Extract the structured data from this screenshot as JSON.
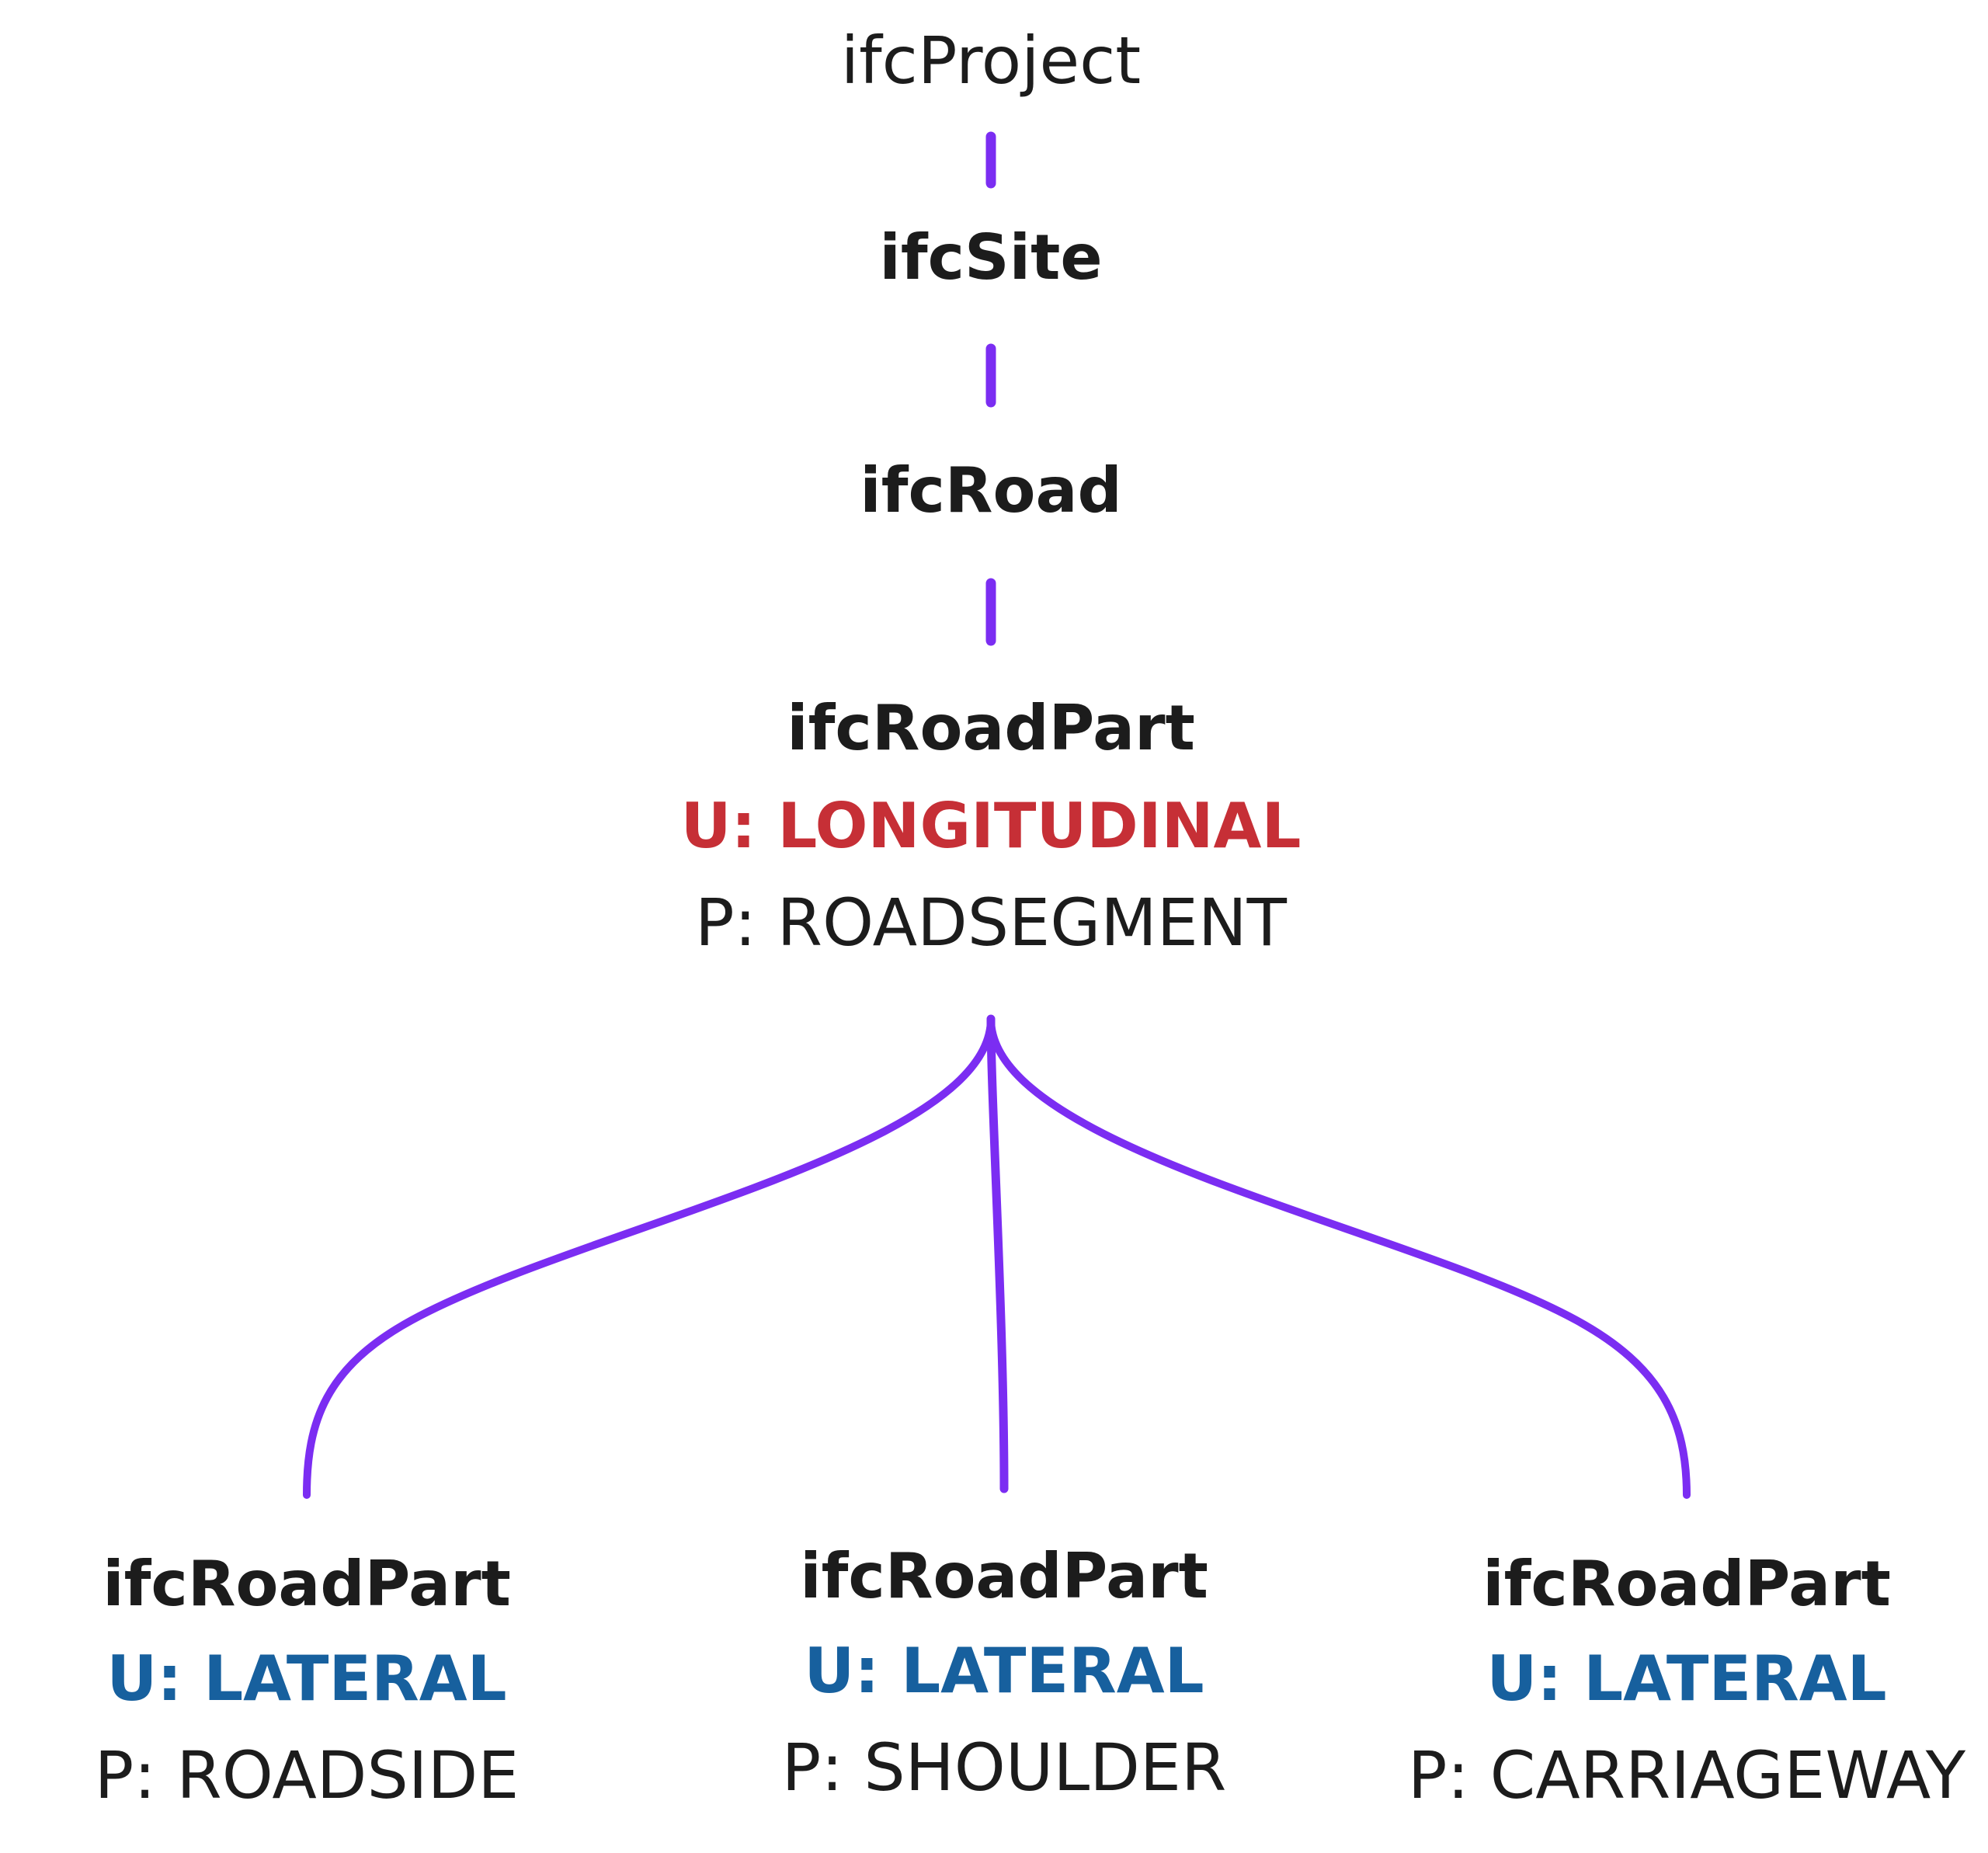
{
  "colors": {
    "connector": "#7b2df2",
    "text": "#1c1c1c",
    "longitudinal": "#c62f36",
    "lateral": "#17609e"
  },
  "hierarchy": {
    "project": "ifcProject",
    "site": "ifcSite",
    "road": "ifcRoad",
    "parent_part": {
      "entity": "ifcRoadPart",
      "usage": "U: LONGITUDINAL",
      "predefined": "P: ROADSEGMENT"
    },
    "children": [
      {
        "entity": "ifcRoadPart",
        "usage": "U: LATERAL",
        "predefined": "P: ROADSIDE"
      },
      {
        "entity": "ifcRoadPart",
        "usage": "U: LATERAL",
        "predefined": "P: SHOULDER"
      },
      {
        "entity": "ifcRoadPart",
        "usage": "U: LATERAL",
        "predefined": "P: CARRIAGEWAY"
      }
    ]
  }
}
